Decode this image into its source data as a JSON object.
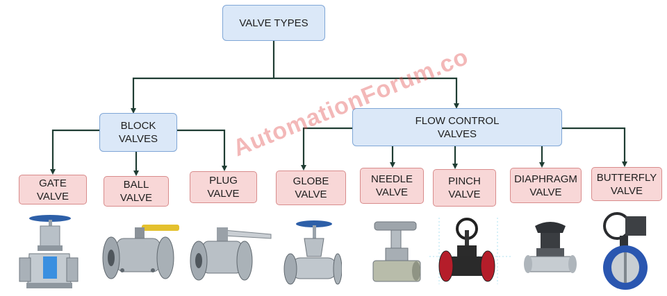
{
  "root": {
    "label": "VALVE TYPES"
  },
  "groups": [
    {
      "label": "BLOCK\nVALVES"
    },
    {
      "label": "FLOW CONTROL\nVALVES"
    }
  ],
  "valves": [
    {
      "label": "GATE\nVALVE"
    },
    {
      "label": "BALL\nVALVE"
    },
    {
      "label": "PLUG\nVALVE"
    },
    {
      "label": "GLOBE\nVALVE"
    },
    {
      "label": "NEEDLE\nVALVE"
    },
    {
      "label": "PINCH\nVALVE"
    },
    {
      "label": "DIAPHRAGM\nVALVE"
    },
    {
      "label": "BUTTERFLY\nVALVE"
    }
  ],
  "watermark": "AutomationForum.co",
  "colors": {
    "root_fill": "#dbe8f8",
    "root_border": "#7fa6d6",
    "leaf_fill": "#f8d7d7",
    "leaf_border": "#d88b8b",
    "connector": "#1f3d33",
    "watermark": "#e04848"
  },
  "icons": [
    "gate-valve-photo",
    "ball-valve-photo",
    "plug-valve-photo",
    "globe-valve-photo",
    "needle-valve-photo",
    "pinch-valve-photo",
    "diaphragm-valve-photo",
    "butterfly-valve-photo"
  ]
}
